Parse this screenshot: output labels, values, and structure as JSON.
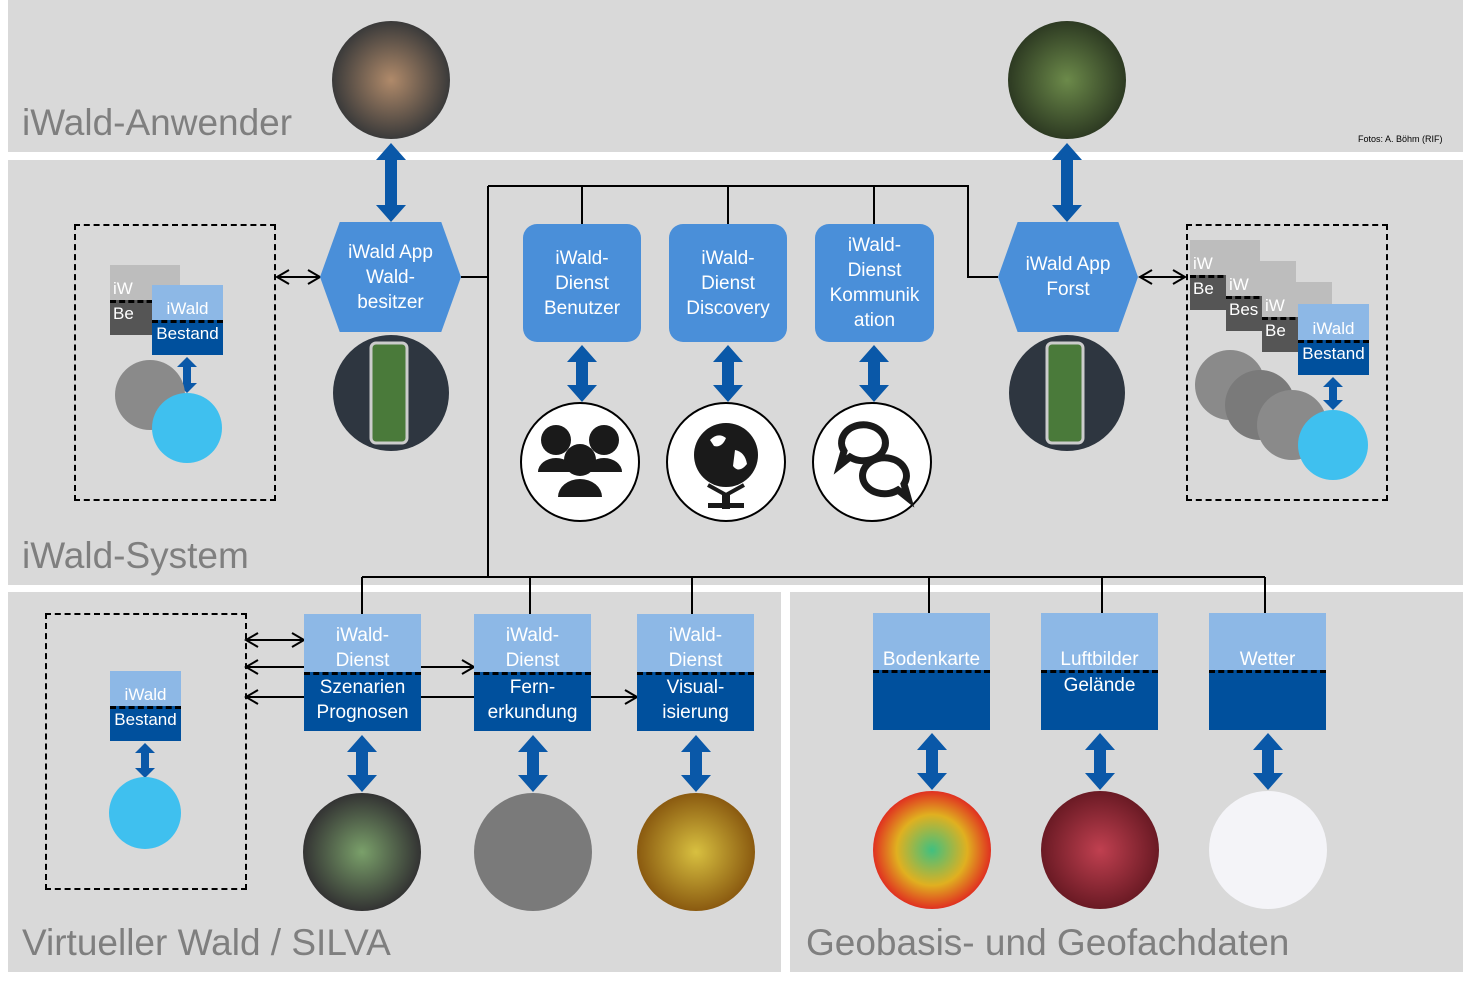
{
  "sections": {
    "users": "iWald-Anwender",
    "system": "iWald-System",
    "virtual": "Virtueller Wald / SILVA",
    "geo": "Geobasis- und Geofachdaten"
  },
  "credit": "Fotos: A. Böhm (RIF)",
  "apps": [
    {
      "lines": [
        "iWald App",
        "Wald-",
        "besitzer"
      ]
    },
    {
      "lines": [
        "iWald App",
        "Forst"
      ]
    }
  ],
  "services": [
    {
      "lines": [
        "iWald-",
        "Dienst",
        "Benutzer"
      ],
      "icon": "users-icon"
    },
    {
      "lines": [
        "iWald-",
        "Dienst",
        "Discovery"
      ],
      "icon": "globe-icon"
    },
    {
      "lines": [
        "iWald-",
        "Dienst",
        "Kommunik",
        "ation"
      ],
      "icon": "chat-bubbles-icon"
    }
  ],
  "virtual_services": [
    {
      "top": [
        "iWald-",
        "Dienst"
      ],
      "bottom": [
        "Szenarien",
        "Prognosen"
      ]
    },
    {
      "top": [
        "iWald-",
        "Dienst"
      ],
      "bottom": [
        "Fern-",
        "erkundung"
      ]
    },
    {
      "top": [
        "iWald-",
        "Dienst"
      ],
      "bottom": [
        "Visual-",
        "isierung"
      ]
    }
  ],
  "geodata": [
    {
      "top": [
        "Bodenkarte"
      ],
      "bottom": []
    },
    {
      "top": [
        "Luftbilder"
      ],
      "bottom": [
        "Gelände"
      ]
    },
    {
      "top": [
        "Wetter"
      ],
      "bottom": []
    }
  ],
  "bestand": {
    "top": "iWald",
    "bottom": "Bestand",
    "partial_top": "iW",
    "partial_bottom": "Be",
    "partial_bottom2": "Bes"
  },
  "colors": {
    "background": "#d9d9d9",
    "service": "#4a8fd9",
    "light_blue": "#8db8e6",
    "dark_blue": "#00509d",
    "arrow": "#0a58a8",
    "title": "#7f7f7f"
  }
}
